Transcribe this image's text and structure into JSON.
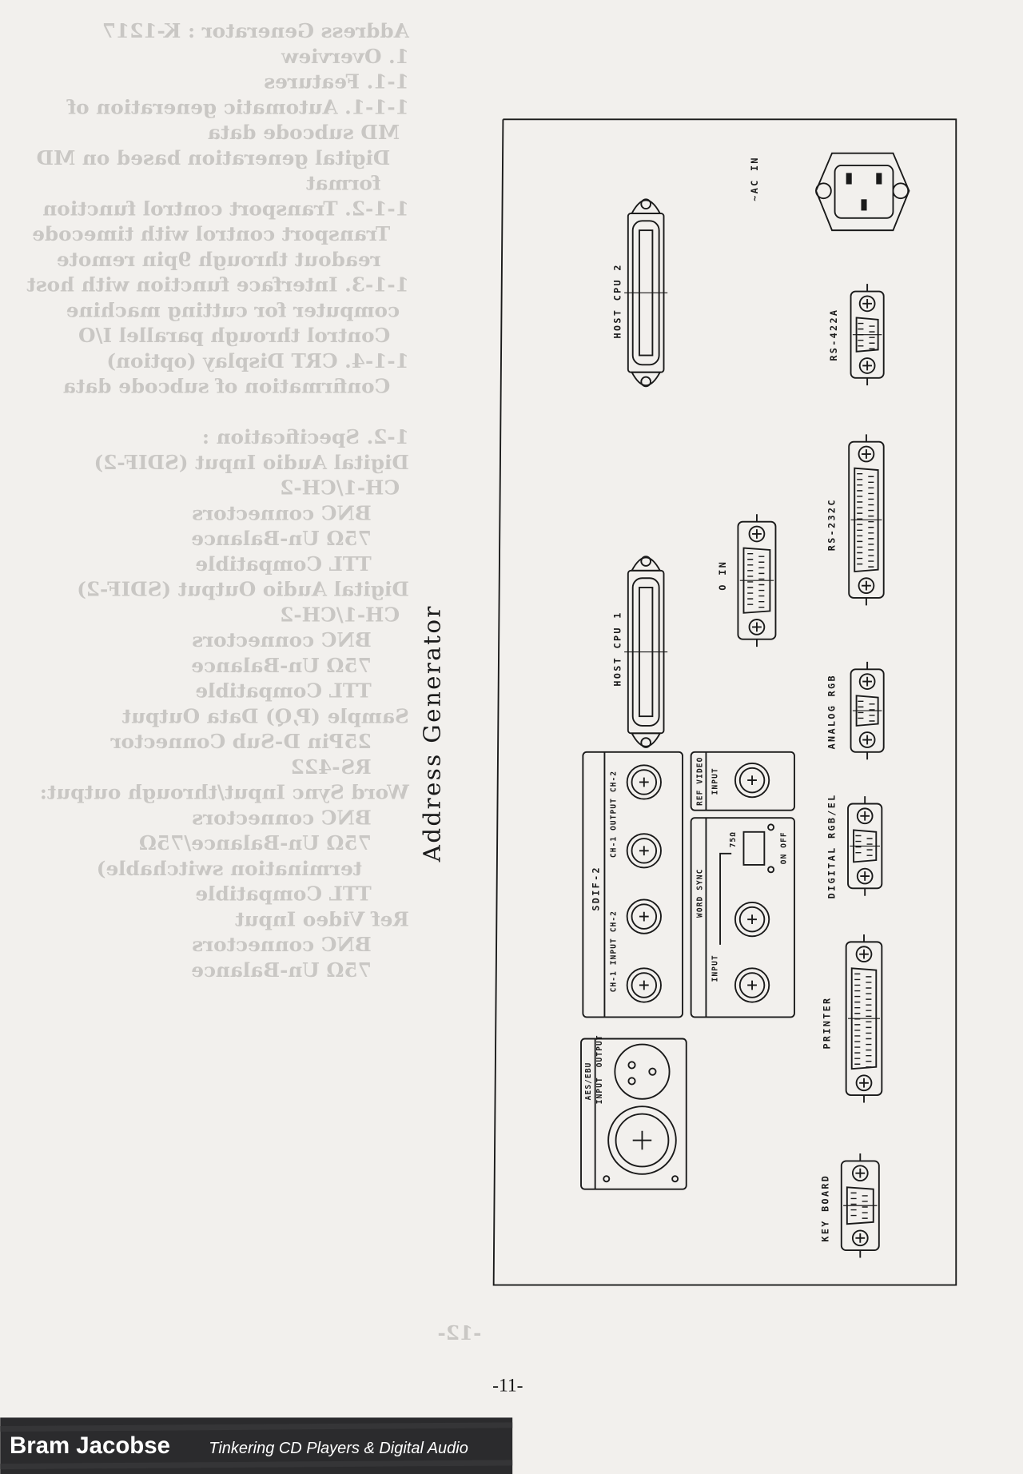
{
  "bleed_through": {
    "lines": [
      {
        "indent": 0,
        "text": "Address Generator : K-1217"
      },
      {
        "indent": 0,
        "text": "1. Overview"
      },
      {
        "indent": 0,
        "text": "1-1. Features"
      },
      {
        "indent": 0,
        "text": "1-1-1. Automatic generation of MD subcode data"
      },
      {
        "indent": 1,
        "text": "Digital generation based on MD format"
      },
      {
        "indent": 0,
        "text": "1-1-2. Transport control function"
      },
      {
        "indent": 1,
        "text": "Transport control with timecode readout through 9pin remote"
      },
      {
        "indent": 0,
        "text": "1-1-3. Interface function with host computer for cutting machine"
      },
      {
        "indent": 1,
        "text": "Control through parallel I/O"
      },
      {
        "indent": 0,
        "text": "1-1-4. CRT Display (option)"
      },
      {
        "indent": 1,
        "text": "Confirmation of subcode data"
      },
      {
        "indent": 0,
        "text": ""
      },
      {
        "indent": 0,
        "text": ""
      },
      {
        "indent": 0,
        "text": "1-2. Specification :"
      },
      {
        "indent": 0,
        "text": "Digital Audio Input (SDIF-2) CH-1/CH-2"
      },
      {
        "indent": 2,
        "text": "BNC connectors"
      },
      {
        "indent": 2,
        "text": "75Ω Un-Balance"
      },
      {
        "indent": 2,
        "text": "TTL Compatible"
      },
      {
        "indent": 0,
        "text": "Digital Audio Output (SDIF-2) CH-1/CH-2"
      },
      {
        "indent": 2,
        "text": "BNC connectors"
      },
      {
        "indent": 2,
        "text": "75Ω Un-Balance"
      },
      {
        "indent": 2,
        "text": "TTL Compatible"
      },
      {
        "indent": 0,
        "text": "Sample (P,Q) Data Output"
      },
      {
        "indent": 2,
        "text": "25Pin D-Sub Connector"
      },
      {
        "indent": 2,
        "text": "RS-422"
      },
      {
        "indent": 0,
        "text": "Word Sync Input/through output:"
      },
      {
        "indent": 2,
        "text": "BNC connectors"
      },
      {
        "indent": 2,
        "text": "75Ω Un-Balance/75Ω termination switchable)"
      },
      {
        "indent": 2,
        "text": "TTL Compatible"
      },
      {
        "indent": 0,
        "text": "Ref Video Input"
      },
      {
        "indent": 2,
        "text": "BNC connectors"
      },
      {
        "indent": 2,
        "text": "75Ω Un-Balance"
      }
    ],
    "page_number": "-12-"
  },
  "diagram": {
    "title": "Address Generator",
    "labels": {
      "ac_in": "~AC IN",
      "host_cpu_2": "HOST CPU 2",
      "host_cpu_1": "HOST CPU 1",
      "rs422a": "RS-422A",
      "rs232c": "RS-232C",
      "io": "O IN",
      "analog_rgb": "ANALOG RGB",
      "digital_rgb": "DIGITAL RGB/EL",
      "printer": "PRINTER",
      "keyboard": "KEY BOARD",
      "sdif2": "SDIF-2",
      "sdif_input": "CH-1 INPUT CH-2",
      "sdif_output": "CH-1 OUTPUT CH-2",
      "ref_video": "REF VIDEO",
      "ref_input": "INPUT",
      "word_sync": "WORD SYNC",
      "word_input": "INPUT",
      "term_75": "75Ω",
      "on_off": "ON OFF",
      "aes_ebu": "AES/EBU",
      "aes_input": "INPUT",
      "aes_output": "OUTPUT"
    }
  },
  "page_number": "-11-",
  "banner": {
    "author": "Bram Jacobse",
    "tagline": "Tinkering CD Players & Digital Audio"
  }
}
